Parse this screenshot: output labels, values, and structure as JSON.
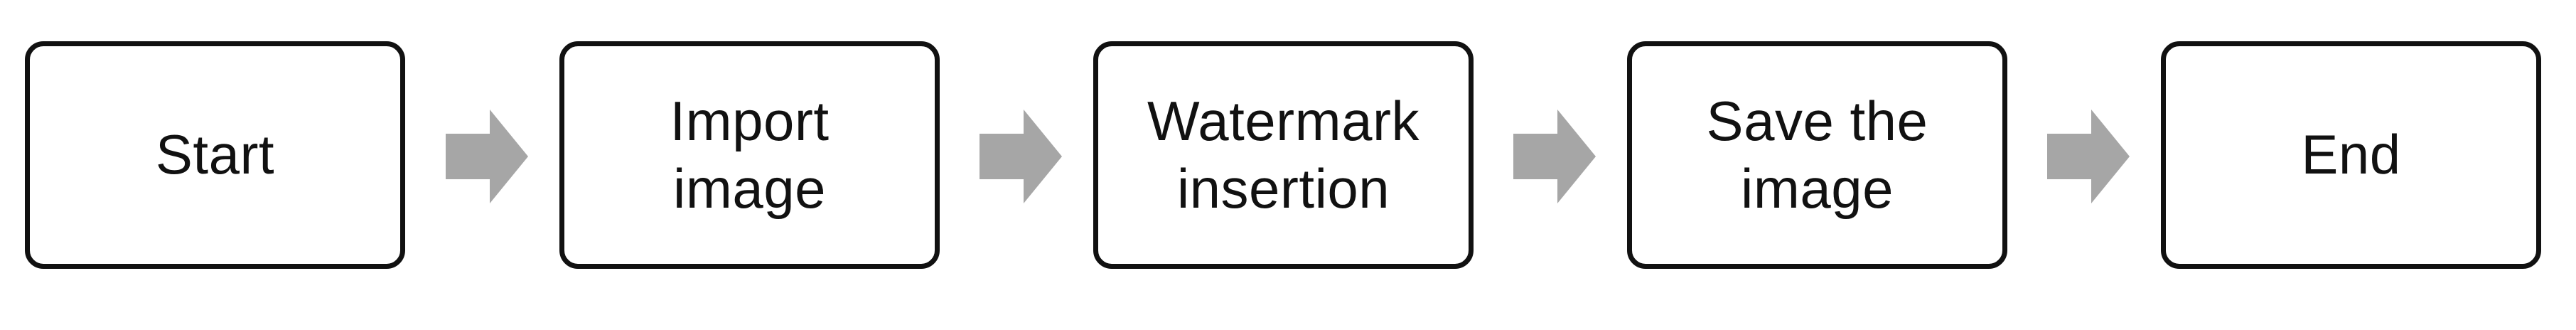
{
  "diagram": {
    "steps": [
      {
        "label": "Start"
      },
      {
        "label": "Import\nimage"
      },
      {
        "label": "Watermark\ninsertion"
      },
      {
        "label": "Save the\nimage"
      },
      {
        "label": "End"
      }
    ],
    "colors": {
      "box_border": "#111111",
      "box_fill": "#ffffff",
      "arrow": "#a6a6a6",
      "text": "#111111"
    }
  }
}
